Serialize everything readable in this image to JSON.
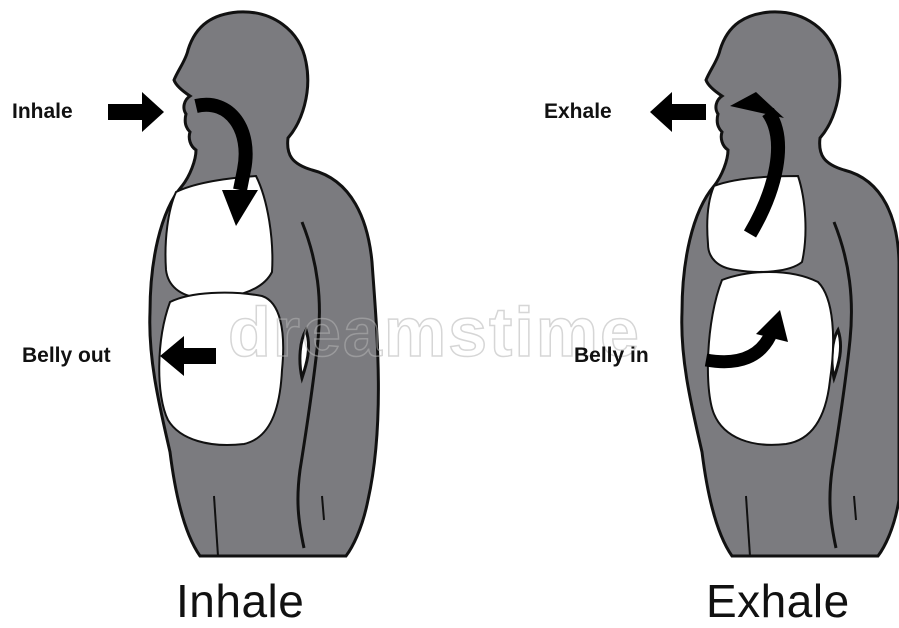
{
  "panels": {
    "inhale": {
      "mouth_label": "Inhale",
      "belly_label": "Belly out",
      "caption": "Inhale"
    },
    "exhale": {
      "mouth_label": "Exhale",
      "belly_label": "Belly in",
      "caption": "Exhale"
    }
  },
  "watermark": "dreamstime",
  "colors": {
    "body": "#7b7b7f",
    "outline": "#111111",
    "organ": "#ffffff",
    "arrow": "#000000"
  }
}
